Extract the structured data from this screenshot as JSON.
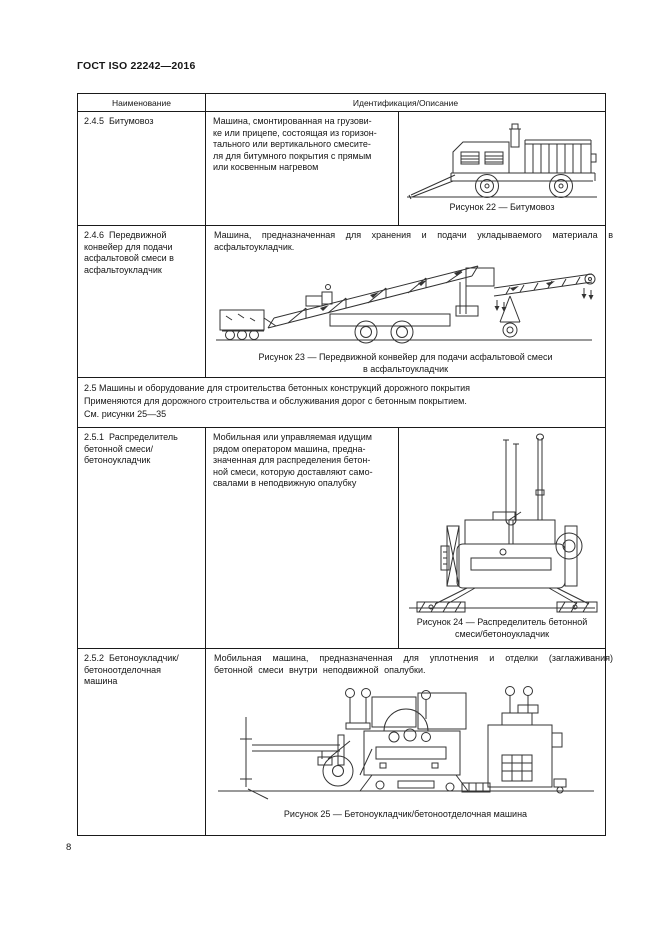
{
  "page": {
    "standard_ref": "ГОСТ ISO 22242—2016",
    "page_number": "8"
  },
  "table": {
    "header": {
      "name": "Наименование",
      "description": "Идентификация/Описание"
    },
    "rows": [
      {
        "name": "2.4.5  Битумовоз",
        "description": "Машина, смонтированная на грузови-\nке или прицепе, состоящая из горизон-\nтального или вертикального смесите-\nля для битумного покрытия с прямым\nили косвенным нагревом",
        "figure_caption": "Рисунок 22 — Битумовоз",
        "figure_subject": "bitumen-tank-trailer"
      },
      {
        "name": "2.4.6  Передвижной\nконвейер для подачи\nасфальтовой смеси в\nасфальтоукладчик",
        "description": "Машина, предназначенная для хранения и подачи укладываемого материала в асфальтоукладчик.",
        "figure_caption": "Рисунок 23 — Передвижной конвейер для подачи асфальтовой смеси\nв асфальтоукладчик",
        "figure_subject": "mobile-feed-conveyor"
      },
      {
        "section_title": "2.5  Машины и оборудование для строительства бетонных конструкций дорожного покрытия",
        "section_note": "Применяются для дорожного строительства и обслуживания дорог с бетонным покрытием.",
        "section_see": "См. рисунки 25—35"
      },
      {
        "name": "2.5.1  Распределитель\nбетонной смеси/\nбетоноукладчик",
        "description": "Мобильная или управляемая идущим\nрядом оператором машина, предна-\nзначенная для распределения бетон-\nной смеси, которую доставляют само-\nсвалами в неподвижную опалубку",
        "figure_caption": "Рисунок 24 — Распределитель бетонной\nсмеси/бетоноукладчик",
        "figure_subject": "concrete-spreader"
      },
      {
        "name": "2.5.2  Бетоноукладчик/\nбетоноотделочная\nмашина",
        "description": "Мобильная машина, предназначенная для уплотнения и отделки (заглаживания) бетонной смеси внутри неподвижной опалубки.",
        "figure_caption": "Рисунок 25 — Бетоноукладчик/бетоноотделочная машина",
        "figure_subject": "concrete-paver-finisher"
      }
    ]
  }
}
